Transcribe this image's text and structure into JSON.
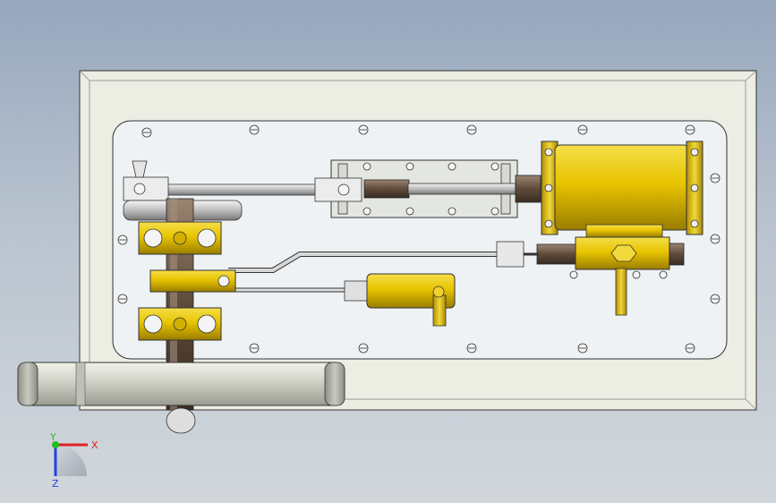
{
  "viewport": {
    "background_top": "#97a7bd",
    "background_bottom": "#d2d7dc"
  },
  "model": {
    "components": [
      "base-plate",
      "mounting-plate",
      "flywheel",
      "crankshaft",
      "bearing-block-upper",
      "bearing-block-lower",
      "connecting-rod",
      "crosshead-guide",
      "piston-rod",
      "steam-cylinder",
      "valve-chest",
      "eccentric-rod",
      "feed-pump"
    ],
    "colors": {
      "brass": "#e8c400",
      "steel": "#c8c8c8",
      "plate": "#e9eef1",
      "outline": "#222222"
    }
  },
  "triad": {
    "x_label": "X",
    "y_label": "Y",
    "z_label": "Z",
    "x_color": "#e02020",
    "y_color": "#20c020",
    "z_color": "#2040e0"
  }
}
